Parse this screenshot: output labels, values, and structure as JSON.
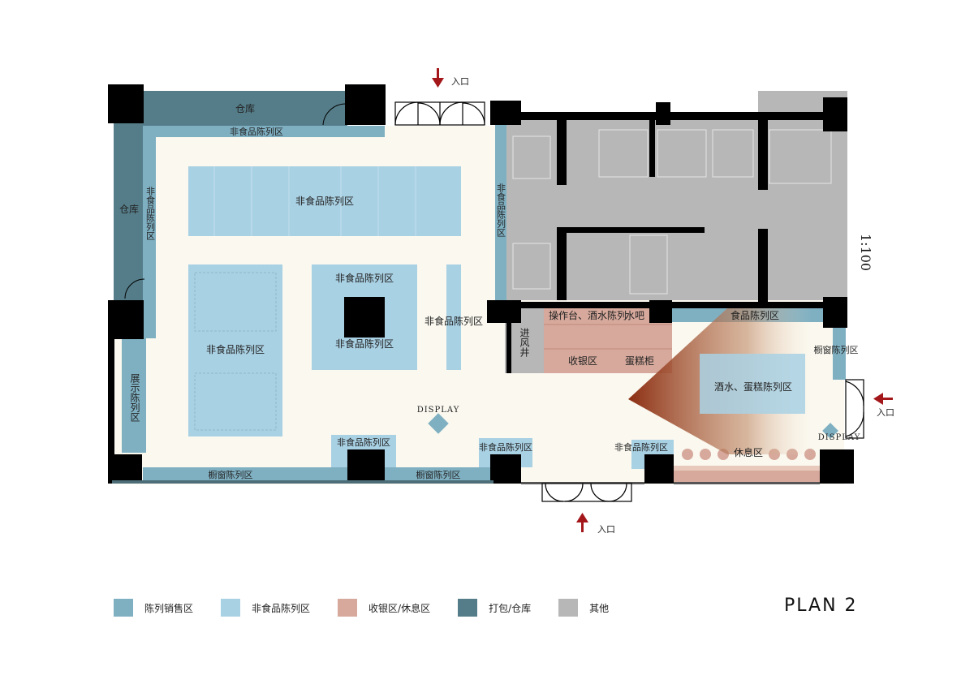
{
  "labels": {
    "storage_top": "仓库",
    "storage_left": "仓库",
    "nonfood_top_strip": "非食品陈列区",
    "nonfood_left_strip": "非食品陈列区",
    "nonfood_block_top": "非食品陈列区",
    "nonfood_block_left": "非食品陈列区",
    "nonfood_center_top": "非食品陈列区",
    "nonfood_center_bottom": "非食品陈列区",
    "nonfood_right_strip": "非食品陈列区",
    "nonfood_core_strip": "非食品陈列区",
    "display_left_strip": "展示陈列区",
    "window_bottom_left": "橱窗陈列区",
    "window_bottom_mid": "橱窗陈列区",
    "window_right": "橱窗陈列区",
    "nonfood_bottom_1": "非食品陈列区",
    "nonfood_bottom_2": "非食品陈列区",
    "nonfood_bottom_3": "非食品陈列区",
    "food_strip": "食品陈列区",
    "bar_counter": "操作台、酒水陈列",
    "water_bar": "水吧",
    "cashier": "收银区",
    "cake_cabinet": "蛋糕柜",
    "air_shaft": "进风井",
    "drinks_cake": "酒水、蛋糕陈列区",
    "rest_area": "休息区",
    "display_1": "DISPLAY",
    "display_2": "DISPLAY",
    "entrance_top": "入口",
    "entrance_right": "入口",
    "entrance_bottom": "入口"
  },
  "scale": "1:100",
  "plan_title": "PLAN 2",
  "legend": [
    {
      "label": "陈列销售区",
      "color": "#7fb0c2"
    },
    {
      "label": "非食品陈列区",
      "color": "#a9d1e4"
    },
    {
      "label": "收银区/休息区",
      "color": "#d6a99c"
    },
    {
      "label": "打包/仓库",
      "color": "#557d89"
    },
    {
      "label": "其他",
      "color": "#b7b7b7"
    }
  ],
  "colors": {
    "display_sales": "#7fb0c2",
    "nonfood": "#a9d1e4",
    "cashier_rest": "#d6a99c",
    "storage": "#557d89",
    "other": "#b7b7b7",
    "floor": "#faf8ef",
    "arrow": "#a3171b"
  }
}
